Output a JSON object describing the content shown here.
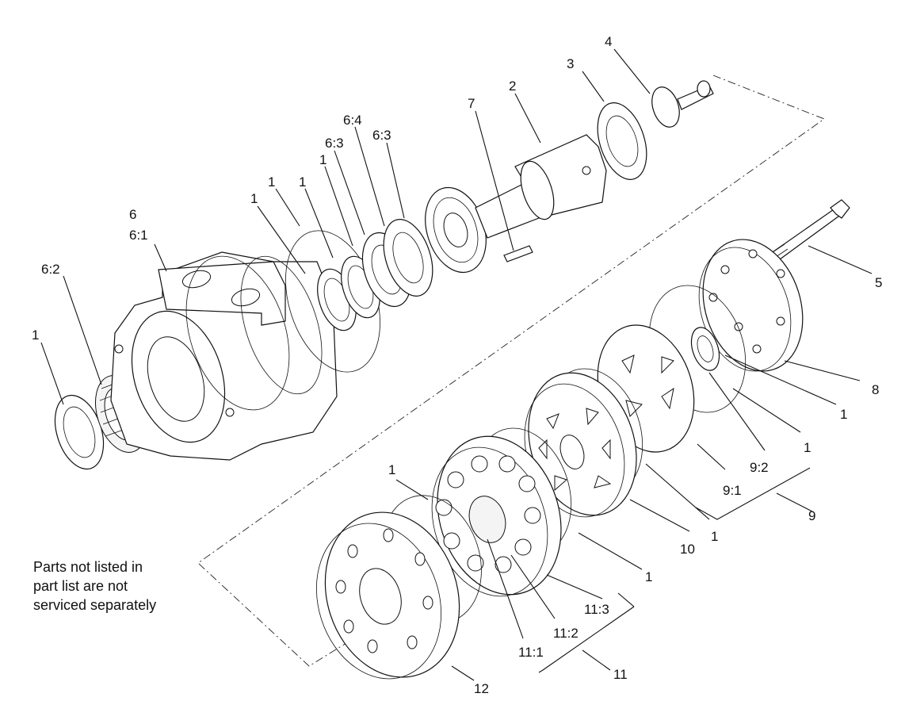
{
  "callouts": {
    "c1_left": "1",
    "c6_2": "6:2",
    "c6": "6",
    "c6_1": "6:1",
    "c1_a": "1",
    "c1_b": "1",
    "c1_c": "1",
    "c6_3a": "6:3",
    "c6_4": "6:4",
    "c6_3b": "6:3",
    "c7": "7",
    "c2": "2",
    "c3": "3",
    "c4": "4",
    "c5": "5",
    "c8": "8",
    "c1_r1": "1",
    "c1_r2": "1",
    "c9_2": "9:2",
    "c9_1": "9:1",
    "c9": "9",
    "c1_r3": "1",
    "c10": "10",
    "c1_r4": "1",
    "c1_low": "1",
    "c11_3": "11:3",
    "c11_2": "11:2",
    "c11_1": "11:1",
    "c11": "11",
    "c12": "12"
  },
  "note": {
    "line1": "Parts not listed in",
    "line2": "part list are not",
    "line3": "serviced separately"
  }
}
